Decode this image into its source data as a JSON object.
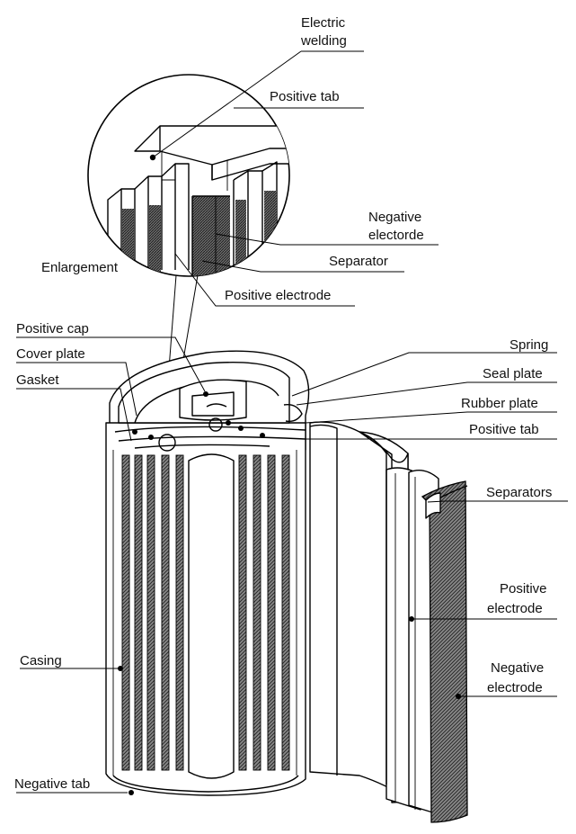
{
  "labels": {
    "electric_welding_1": "Electric",
    "electric_welding_2": "welding",
    "positive_tab_top": "Positive tab",
    "negative_electorde_1": "Negative",
    "negative_electorde_2": "electorde",
    "separator": "Separator",
    "enlargement": "Enlargement",
    "positive_electrode_top": "Positive electrode",
    "positive_cap": "Positive cap",
    "cover_plate": "Cover plate",
    "gasket": "Gasket",
    "spring": "Spring",
    "seal_plate": "Seal plate",
    "rubber_plate": "Rubber plate",
    "positive_tab": "Positive tab",
    "separators": "Separators",
    "positive_electrode_1": "Positive",
    "positive_electrode_2": "electrode",
    "casing": "Casing",
    "negative_electrode_1": "Negative",
    "negative_electrode_2": "electrode",
    "negative_tab": "Negative tab"
  },
  "colors": {
    "line": "#000000",
    "hatch": "#5a5a5a",
    "background": "#ffffff"
  }
}
